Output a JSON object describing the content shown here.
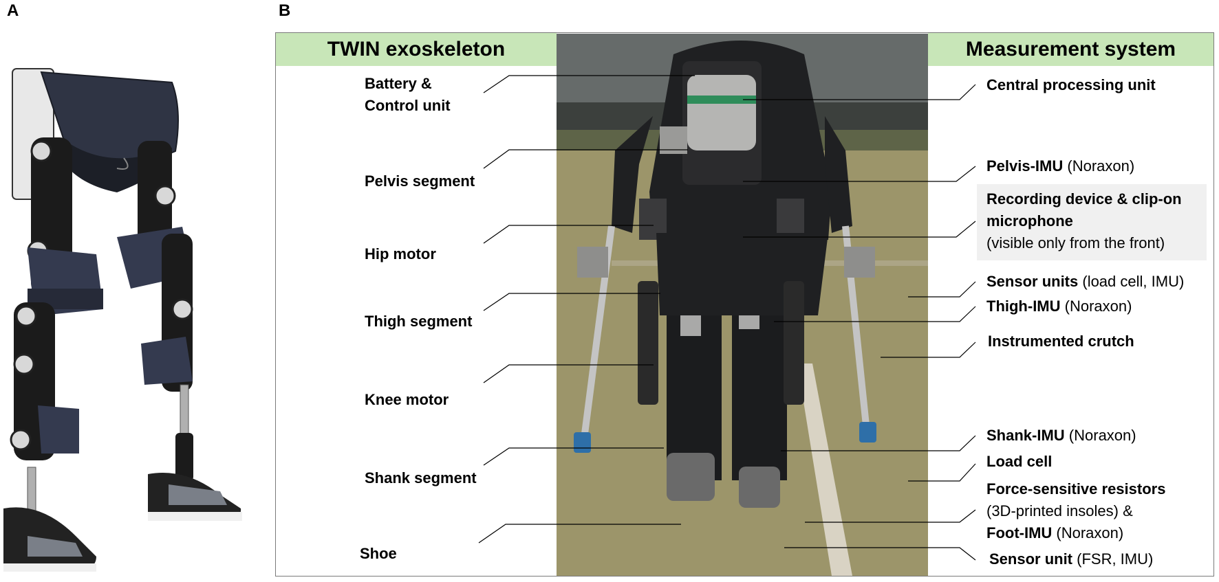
{
  "panel_a_label": "A",
  "panel_b_label": "B",
  "headers": {
    "left": "TWIN exoskeleton",
    "right": "Measurement system"
  },
  "left_labels": [
    [
      "Battery &",
      "Control unit"
    ],
    [
      "Pelvis segment"
    ],
    [
      "Hip motor"
    ],
    [
      "Thigh segment"
    ],
    [
      "Knee motor"
    ],
    [
      "Shank segment"
    ],
    [
      "Shoe"
    ]
  ],
  "right_labels": {
    "central": {
      "bold": "Central processing unit"
    },
    "pelvis_imu": {
      "bold": "Pelvis-IMU",
      "normal": " (Noraxon)"
    },
    "recording": {
      "bold1": "Recording device & clip-on",
      "bold2": "microphone",
      "normal": "(visible only from the front)"
    },
    "sensor_units": {
      "bold": "Sensor units",
      "normal": " (load cell, IMU)"
    },
    "thigh_imu": {
      "bold": "Thigh-IMU",
      "normal": " (Noraxon)"
    },
    "crutch": {
      "bold": "Instrumented crutch"
    },
    "shank_imu": {
      "bold": "Shank-IMU",
      "normal": " (Noraxon)"
    },
    "load_cell": {
      "bold": "Load cell"
    },
    "fsr": {
      "bold": "Force-sensitive resistors",
      "normal": "(3D-printed insoles) &"
    },
    "foot_imu": {
      "bold": "Foot-IMU",
      "normal": " (Noraxon)"
    },
    "sensor_unit": {
      "bold": "Sensor unit",
      "normal": " (FSR, IMU)"
    }
  },
  "colors": {
    "header_bg": "#c8e6b8",
    "frame_border": "#7a7a7a",
    "recording_box_bg": "#f0f0f0",
    "leader_line": "#000000"
  }
}
